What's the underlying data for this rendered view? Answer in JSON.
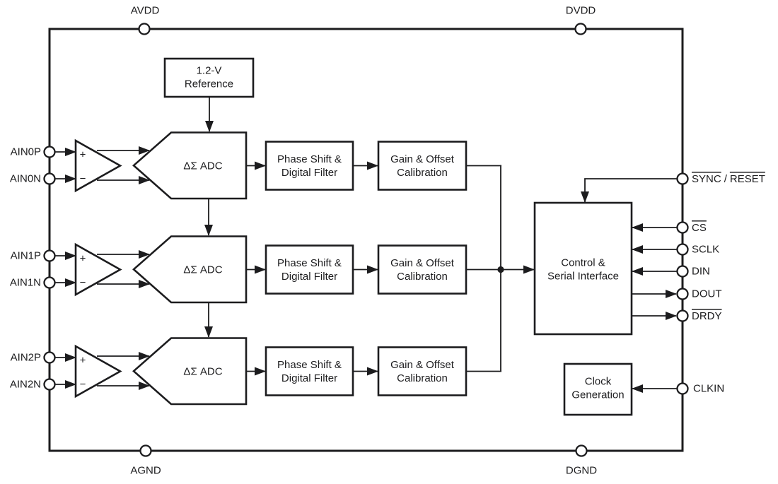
{
  "colors": {
    "stroke": "#1c1c1e",
    "background": "#ffffff"
  },
  "power_pins": {
    "avdd": "AVDD",
    "dvdd": "DVDD",
    "agnd": "AGND",
    "dgnd": "DGND"
  },
  "channels": [
    {
      "pin_p": "AIN0P",
      "pin_n": "AIN0N"
    },
    {
      "pin_p": "AIN1P",
      "pin_n": "AIN1N"
    },
    {
      "pin_p": "AIN2P",
      "pin_n": "AIN2N"
    }
  ],
  "amp": {
    "plus": "+",
    "minus": "−"
  },
  "blocks": {
    "reference": {
      "line1": "1.2-V",
      "line2": "Reference"
    },
    "adc": {
      "label": "ΔΣ ADC"
    },
    "phase": {
      "line1": "Phase Shift &",
      "line2": "Digital Filter"
    },
    "gain": {
      "line1": "Gain & Offset",
      "line2": "Calibration"
    },
    "control": {
      "line1": "Control &",
      "line2": "Serial Interface"
    },
    "clock": {
      "line1": "Clock",
      "line2": "Generation"
    }
  },
  "digital_pins": {
    "sync": "SYNC",
    "sync_sep": "/",
    "reset": "RESET",
    "cs": "CS",
    "sclk": "SCLK",
    "din": "DIN",
    "dout": "DOUT",
    "drdy": "DRDY",
    "clkin": "CLKIN"
  }
}
